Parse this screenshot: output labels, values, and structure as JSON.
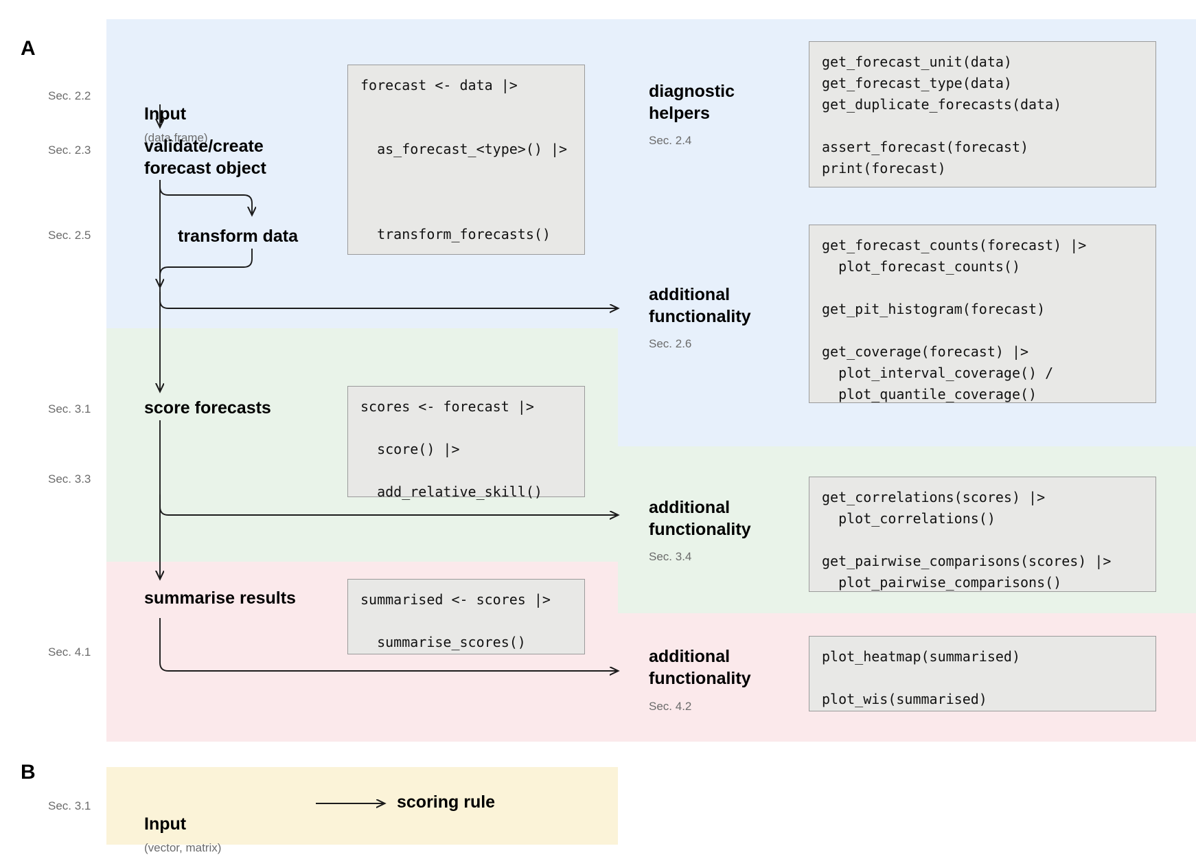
{
  "panels": {
    "a_label": "A",
    "b_label": "B"
  },
  "sections": [
    {
      "id": "sec-2-2",
      "label": "Sec. 2.2"
    },
    {
      "id": "sec-2-3",
      "label": "Sec. 2.3"
    },
    {
      "id": "sec-2-5",
      "label": "Sec. 2.5"
    },
    {
      "id": "sec-3-1",
      "label": "Sec. 3.1"
    },
    {
      "id": "sec-3-3",
      "label": "Sec. 3.3"
    },
    {
      "id": "sec-4-1",
      "label": "Sec. 4.1"
    },
    {
      "id": "sec-b-3-1",
      "label": "Sec. 3.1"
    }
  ],
  "flow_nodes": {
    "input": {
      "label": "Input",
      "note": "(data.frame)"
    },
    "validate": {
      "label": "validate/create\nforecast object"
    },
    "transform": {
      "label": "transform data"
    },
    "score": {
      "label": "score forecasts"
    },
    "summarise": {
      "label": "summarise results"
    }
  },
  "captions": {
    "diagnostic_helpers": {
      "title": "diagnostic\nhelpers",
      "sec": "Sec. 2.4"
    },
    "additional_2_6": {
      "title": "additional\nfunctionality",
      "sec": "Sec. 2.6"
    },
    "additional_3_4": {
      "title": "additional\nfunctionality",
      "sec": "Sec. 3.4"
    },
    "additional_4_2": {
      "title": "additional\nfunctionality",
      "sec": "Sec. 4.2"
    }
  },
  "code_blocks": {
    "forecast_pipeline": "forecast <- data |>\n\n\n  as_forecast_<type>() |>\n\n\n\n  transform_forecasts()",
    "score_pipeline": "scores <- forecast |>\n\n  score() |>\n\n  add_relative_skill()",
    "summarise_pipeline": "summarised <- scores |>\n\n  summarise_scores()",
    "diagnostics": "get_forecast_unit(data)\nget_forecast_type(data)\nget_duplicate_forecasts(data)\n\nassert_forecast(forecast)\nprint(forecast)",
    "functionality_2_6": "get_forecast_counts(forecast) |>\n  plot_forecast_counts()\n\nget_pit_histogram(forecast)\n\nget_coverage(forecast) |>\n  plot_interval_coverage() /\n  plot_quantile_coverage()",
    "functionality_3_4": "get_correlations(scores) |>\n  plot_correlations()\n\nget_pairwise_comparisons(scores) |>\n  plot_pairwise_comparisons()",
    "functionality_4_2": "plot_heatmap(summarised)\n\nplot_wis(summarised)"
  },
  "panel_b": {
    "input_label": "Input",
    "input_note": "(vector, matrix)",
    "target_label": "scoring rule"
  },
  "colors": {
    "band_blue": "#e7f0fb",
    "band_green": "#e9f3e9",
    "band_pink": "#fbe9eb",
    "band_yellow": "#fbf3d8",
    "code_bg": "#e8e8e6",
    "code_border": "#9a9a9a",
    "section_text": "#6b6b6b"
  }
}
